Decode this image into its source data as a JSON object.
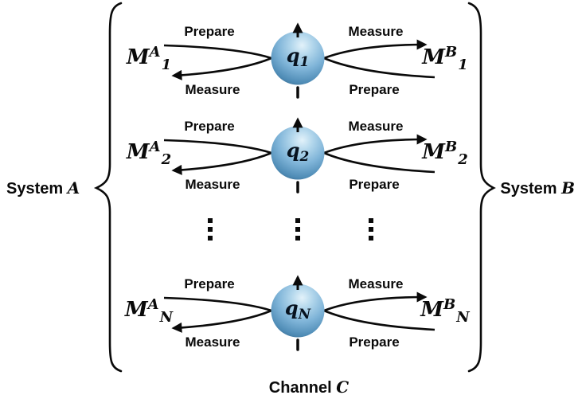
{
  "labels": {
    "system_a": {
      "word": "System",
      "letter": "A"
    },
    "system_b": {
      "word": "System",
      "letter": "B"
    },
    "channel": {
      "word": "Channel",
      "letter": "C"
    }
  },
  "rows": [
    {
      "qubit": {
        "base": "q",
        "sub": "1"
      },
      "left_measurement": {
        "base": "M",
        "sup": "A",
        "sub": "1"
      },
      "right_measurement": {
        "base": "M",
        "sup": "B",
        "sub": "1"
      },
      "left_top": "Prepare",
      "left_bottom": "Measure",
      "right_top": "Measure",
      "right_bottom": "Prepare"
    },
    {
      "qubit": {
        "base": "q",
        "sub": "2"
      },
      "left_measurement": {
        "base": "M",
        "sup": "A",
        "sub": "2"
      },
      "right_measurement": {
        "base": "M",
        "sup": "B",
        "sub": "2"
      },
      "left_top": "Prepare",
      "left_bottom": "Measure",
      "right_top": "Measure",
      "right_bottom": "Prepare"
    },
    {
      "qubit": {
        "base": "q",
        "sub": "N"
      },
      "left_measurement": {
        "base": "M",
        "sup": "A",
        "sub": "N"
      },
      "right_measurement": {
        "base": "M",
        "sup": "B",
        "sub": "N"
      },
      "left_top": "Prepare",
      "left_bottom": "Measure",
      "right_top": "Measure",
      "right_bottom": "Prepare"
    }
  ],
  "icons": {
    "vertical_ellipsis": "⋮",
    "spin_up_arrow": "↑"
  },
  "colors": {
    "stroke": "#0a0a0a",
    "text": "#0a0a0a",
    "sphere_highlight": "#e3f2fa",
    "sphere_light": "#b3d7ec",
    "sphere_mid": "#7fb4d8",
    "sphere_shade": "#4f8cb6",
    "sphere_dark": "#2e5878",
    "background": "#ffffff"
  }
}
